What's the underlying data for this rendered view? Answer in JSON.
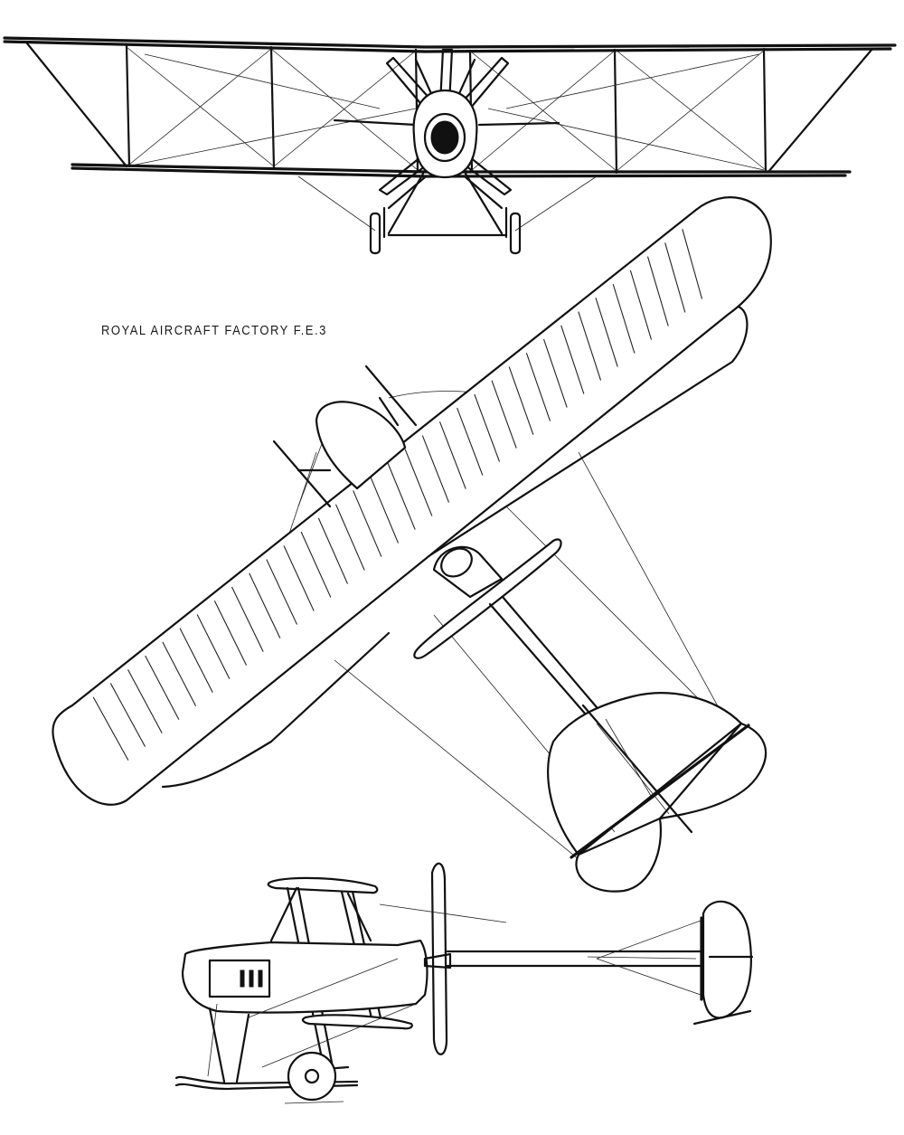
{
  "drawing": {
    "caption": "ROYAL AIRCRAFT FACTORY F.E.3",
    "ink_color": "#111111",
    "paper_color": "#ffffff",
    "views": [
      "front-view",
      "plan-view",
      "side-view"
    ],
    "side_view_marking": "III"
  }
}
